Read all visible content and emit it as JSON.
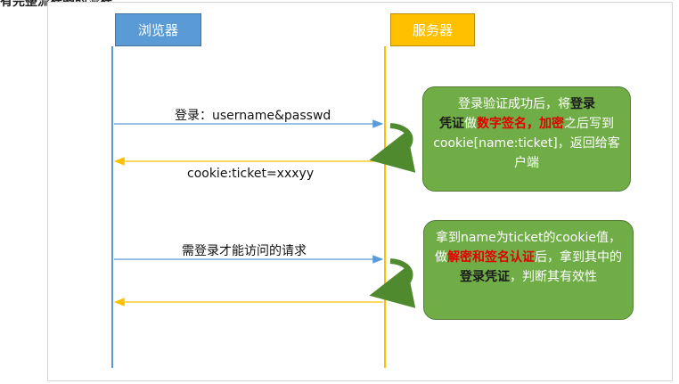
{
  "top_text": "有完整流程图的流程",
  "participants": {
    "browser": "浏览器",
    "server": "服务器"
  },
  "messages": {
    "login": "登录：username&passwd",
    "cookie": "cookie:ticket=xxxyy",
    "request": "需登录才能访问的请求"
  },
  "note1": {
    "t1": "登录验证成功后，将",
    "t2": "登录",
    "t3": "凭证",
    "t4": "做",
    "t5": "数字签名，加密",
    "t6": "之后写到cookie[name:ticket]，返回给客户端"
  },
  "note2": {
    "t1": "拿到name为ticket的cookie值，做",
    "t2": "解密和签名认证",
    "t3": "后，拿到其中的",
    "t4": "登录凭证",
    "t5": "，判断其有效性"
  },
  "colors": {
    "browser": "#5b9bd5",
    "server": "#ffc000",
    "note": "#70ad47",
    "arrow_browser": "#5b9bd5",
    "arrow_server": "#ffc000"
  }
}
